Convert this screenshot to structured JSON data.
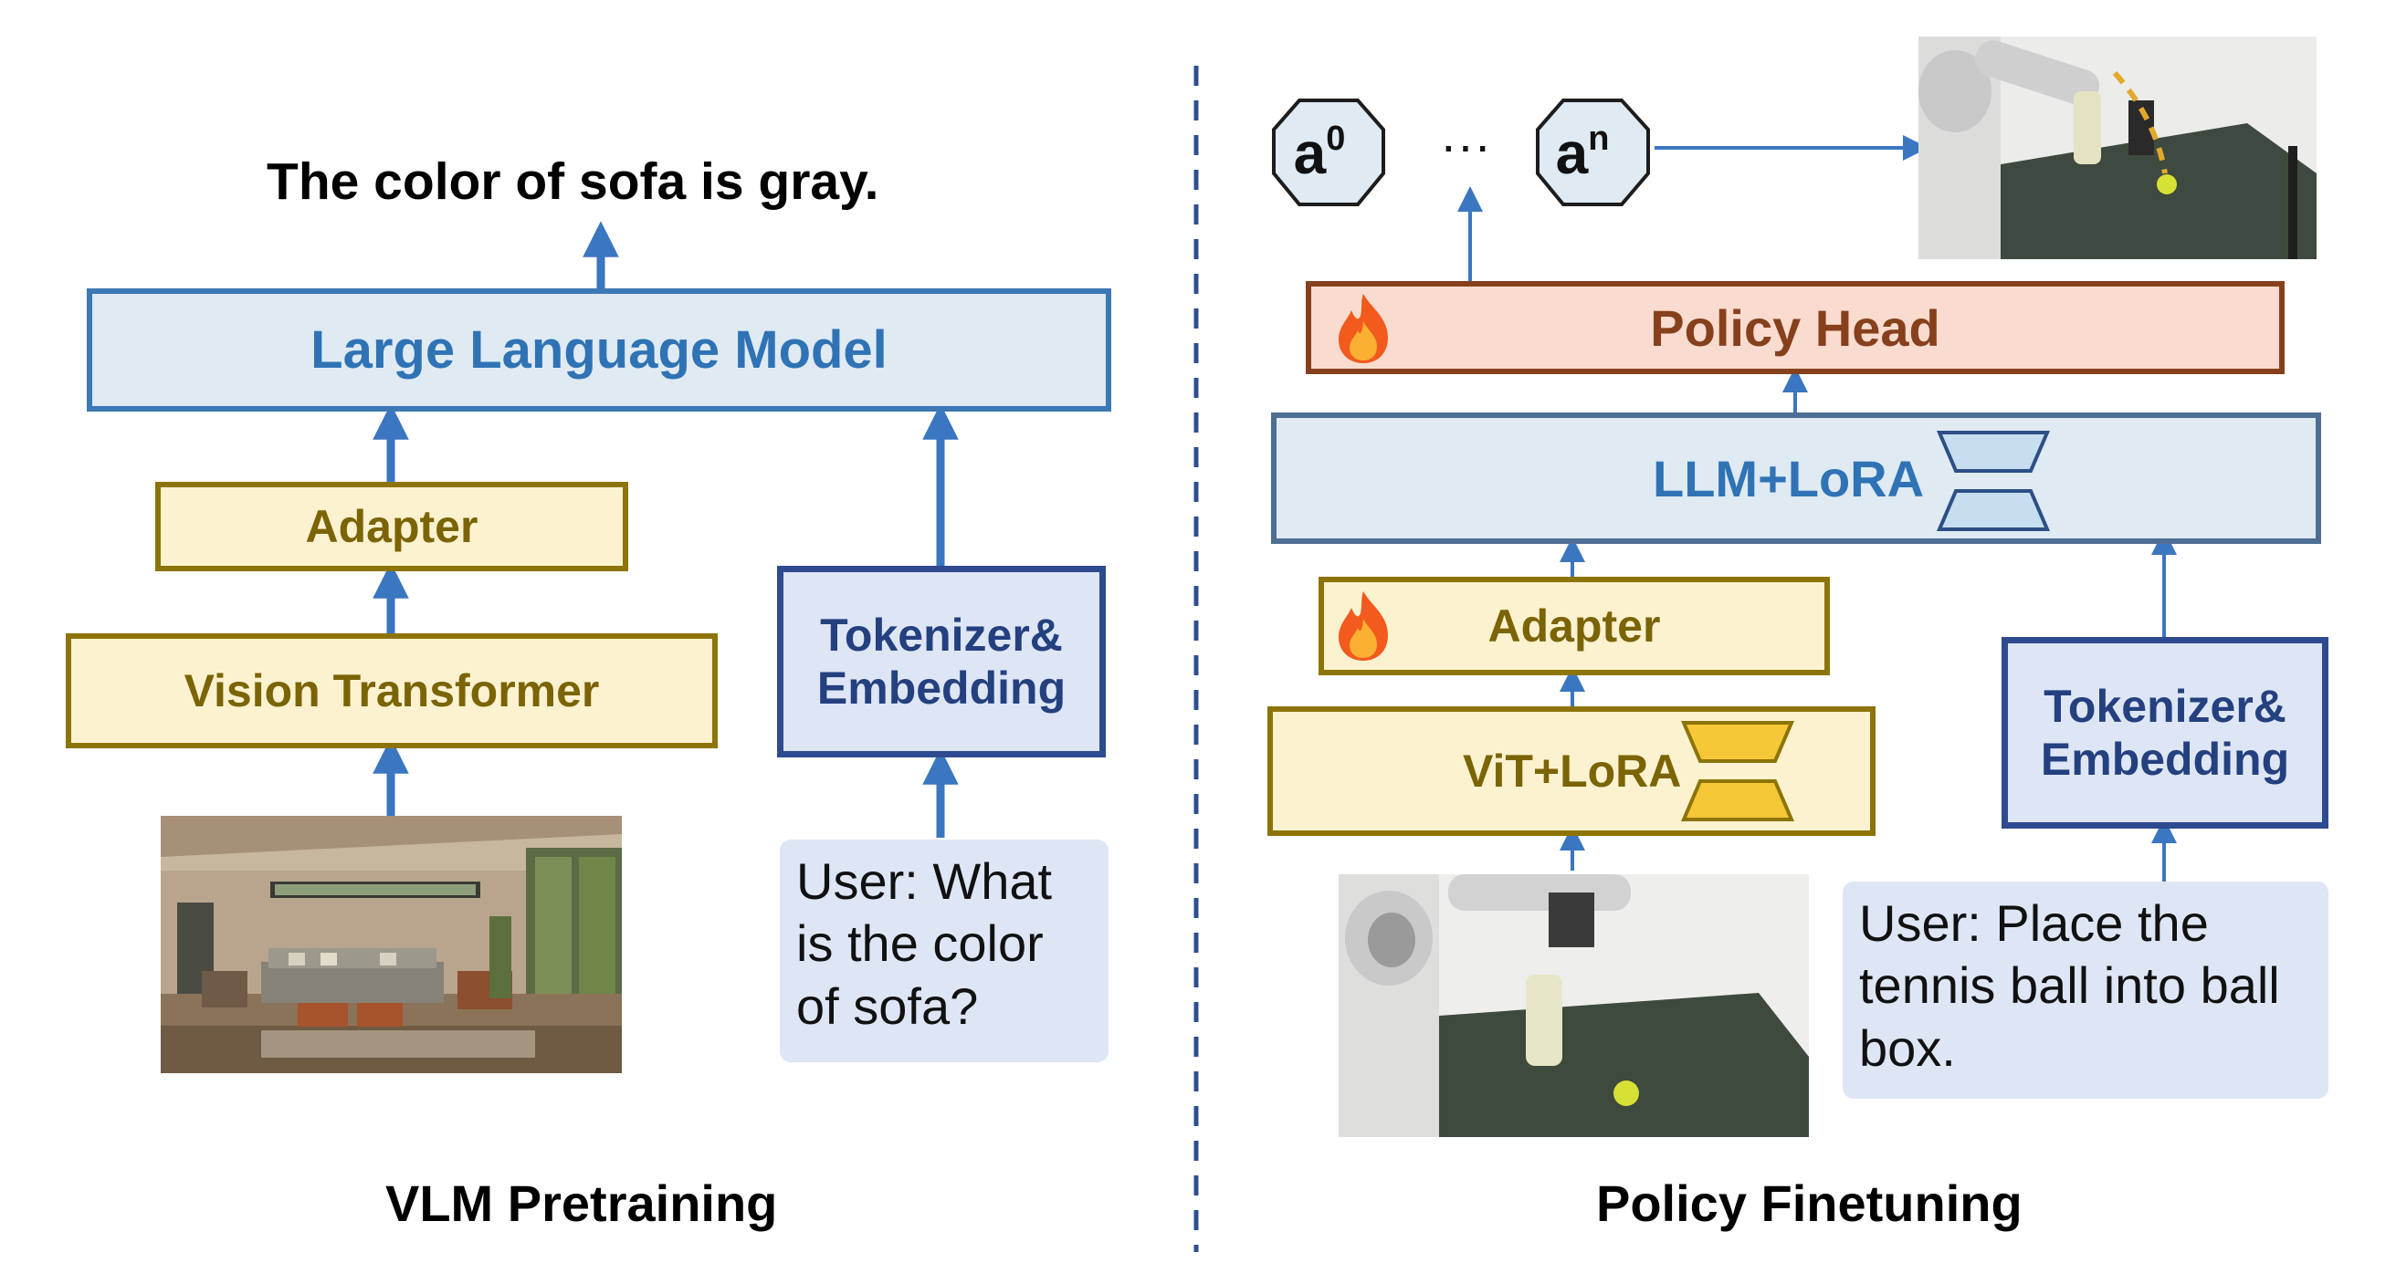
{
  "left": {
    "output_text": "The color of sofa is gray.",
    "llm_label": "Large Language Model",
    "adapter_label": "Adapter",
    "vit_label": "Vision Transformer",
    "tokenizer_line1": "Tokenizer&",
    "tokenizer_line2": "Embedding",
    "prompt_text": "User: What is the color of sofa?",
    "caption": "VLM Pretraining"
  },
  "right": {
    "action_first_base": "a",
    "action_first_sup": "0",
    "ellipsis": "···",
    "action_last_base": "a",
    "action_last_sup": "n",
    "policy_head_label": "Policy Head",
    "llm_lora_label": "LLM+LoRA",
    "adapter_label": "Adapter",
    "vit_lora_label": "ViT+LoRA",
    "tokenizer_line1": "Tokenizer&",
    "tokenizer_line2": "Embedding",
    "prompt_text": "User: Place the tennis ball into ball box.",
    "caption": "Policy Finetuning"
  },
  "colors": {
    "arrow": "#3b76c0",
    "divider": "#2e4f8f",
    "llm_fill": "#dfeaf3",
    "adapter_fill": "#fdf2cf",
    "policy_fill": "#f9dccf",
    "tokenizer_fill": "#dee6f6"
  },
  "icons": {
    "trainable": "fire-icon",
    "lora": "lora-hourglass-icon"
  }
}
